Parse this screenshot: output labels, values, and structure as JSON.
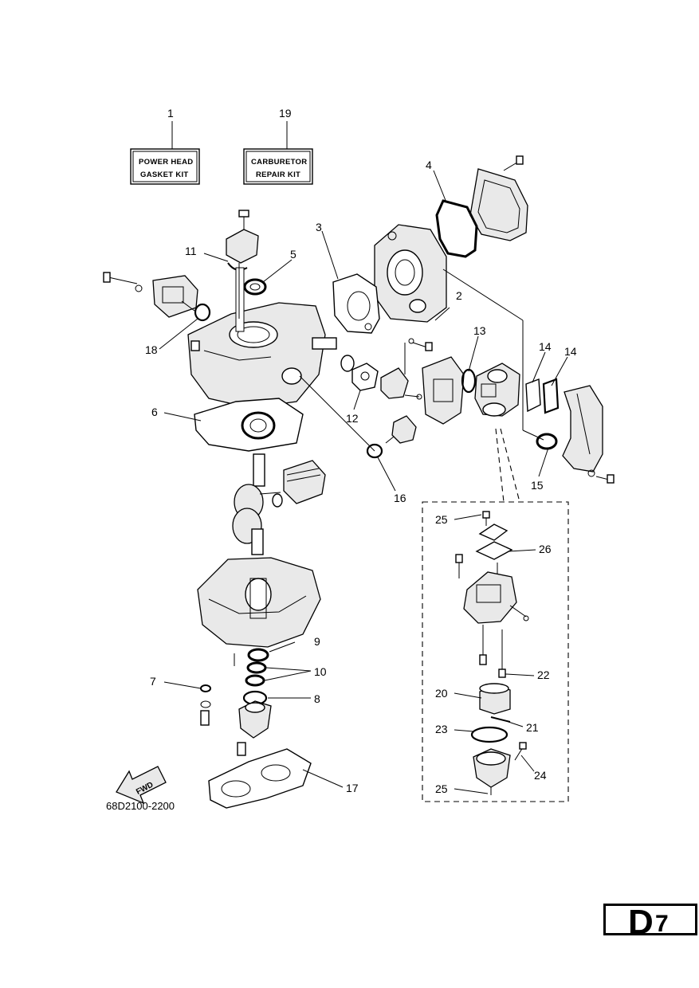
{
  "kits": [
    {
      "number": "1",
      "line1": "POWER HEAD",
      "line2": "GASKET KIT"
    },
    {
      "number": "19",
      "line1": "CARBURETOR",
      "line2": "REPAIR KIT"
    }
  ],
  "callouts": {
    "c2": "2",
    "c3": "3",
    "c4": "4",
    "c5": "5",
    "c6": "6",
    "c7": "7",
    "c8": "8",
    "c9": "9",
    "c10": "10",
    "c11": "11",
    "c12": "12",
    "c13": "13",
    "c14a": "14",
    "c14b": "14",
    "c15": "15",
    "c16": "16",
    "c17": "17",
    "c18": "18",
    "c20": "20",
    "c21": "21",
    "c22": "22",
    "c23": "23",
    "c24": "24",
    "c25a": "25",
    "c25b": "25",
    "c26": "26"
  },
  "fwd_label": "FWD",
  "drawing_code": "68D2100-2200",
  "page_id": {
    "letter": "D",
    "number": "7"
  }
}
